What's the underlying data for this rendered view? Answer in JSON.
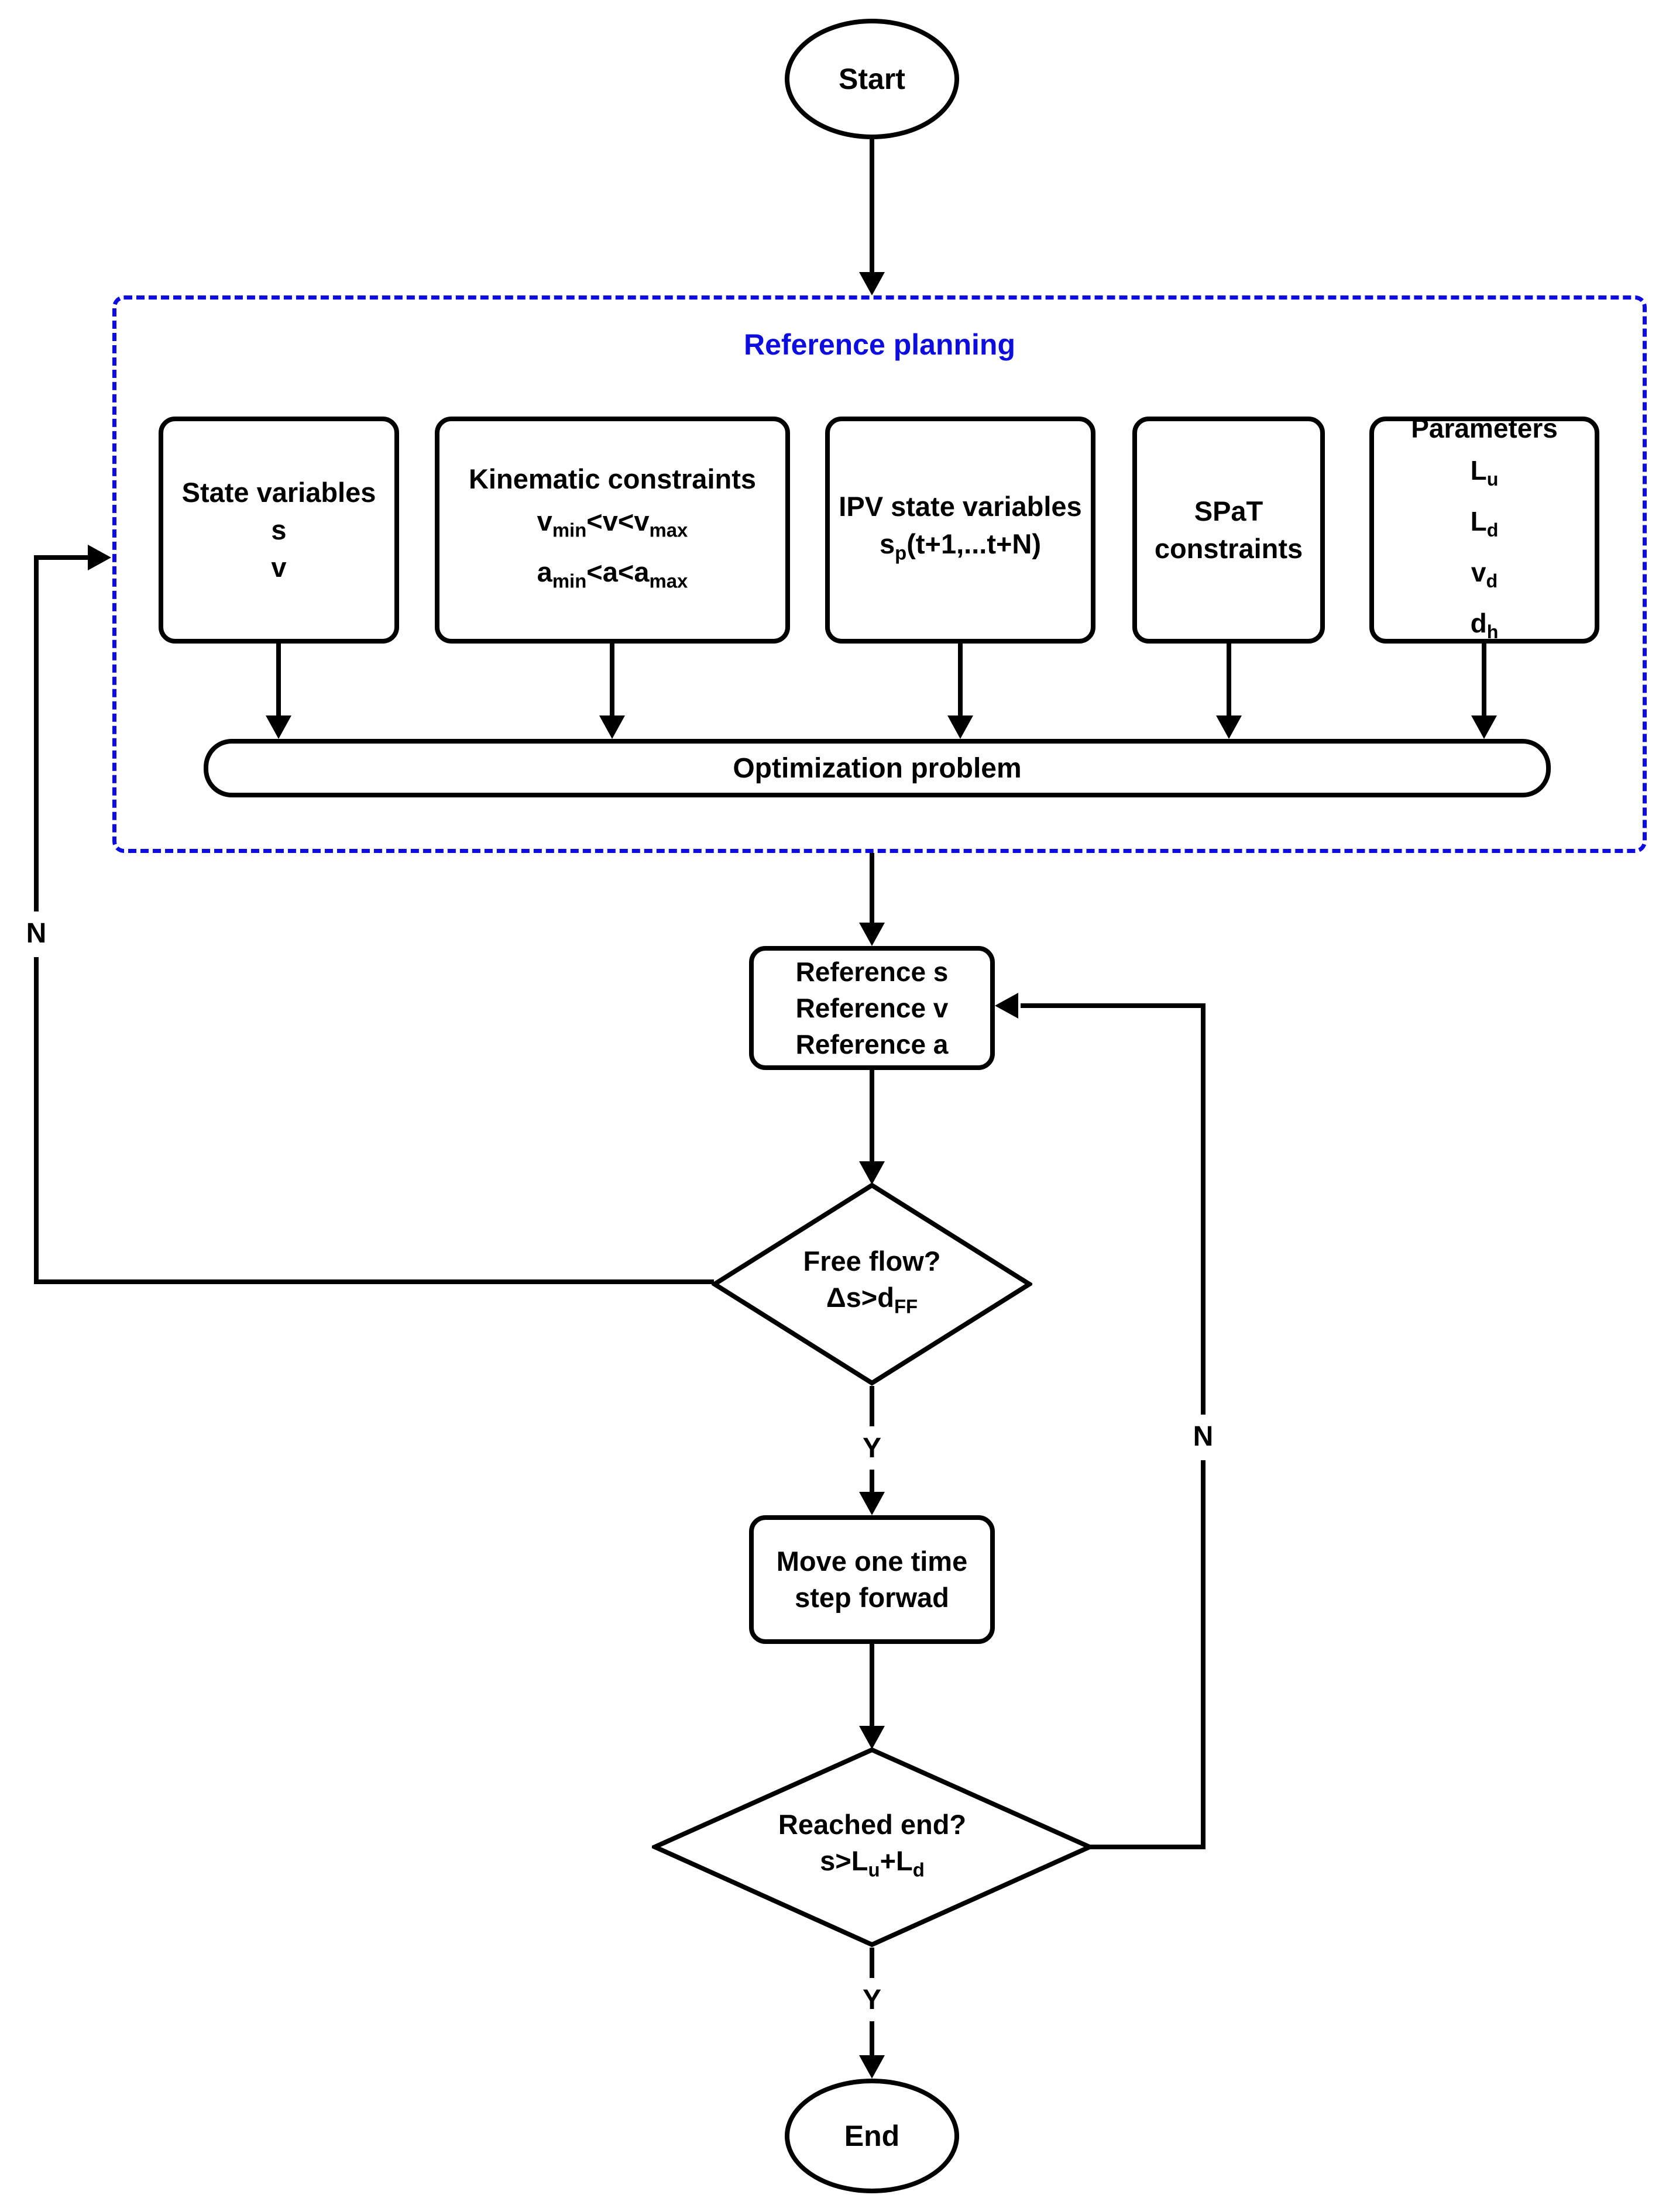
{
  "colors": {
    "accent": "#0d0de0",
    "stroke": "#000000"
  },
  "nodes": {
    "start": {
      "label": "Start"
    },
    "planning": {
      "title": "Reference planning",
      "state_variables": {
        "title": "State variables",
        "var1": "s",
        "var2": "v"
      },
      "kinematic": {
        "title": "Kinematic constraints",
        "constraint1": "v_{min}<v<v_{max}",
        "constraint2": "a_{min}<a<a_{max}"
      },
      "ipv": {
        "title": "IPV state variables",
        "formula": "s_{p}(t+1,...t+N)"
      },
      "spat": {
        "title": "SPaT constraints"
      },
      "parameters": {
        "title": "Parameters",
        "p1": "L_{u}",
        "p2": "L_{d}",
        "p3": "v_{d}",
        "p4": "d_{h}"
      },
      "optimization": {
        "label": "Optimization problem"
      }
    },
    "reference": {
      "line1": "Reference s",
      "line2": "Reference v",
      "line3": "Reference a"
    },
    "free_flow": {
      "question": "Free flow?",
      "condition": "Δs>d_{FF}"
    },
    "move": {
      "label": "Move one time step forwad"
    },
    "reached_end": {
      "question": "Reached end?",
      "condition": "s>L_{u}+L_{d}"
    },
    "end": {
      "label": "End"
    }
  },
  "edge_labels": {
    "free_flow_yes": "Y",
    "free_flow_no": "N",
    "reached_end_yes": "Y",
    "reached_end_no": "N"
  }
}
